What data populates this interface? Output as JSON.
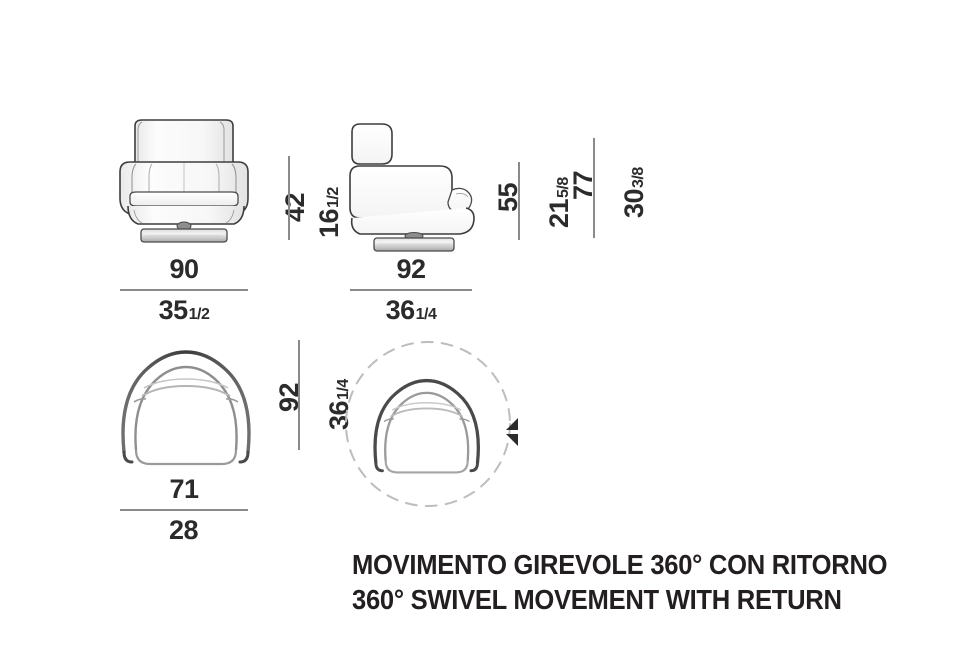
{
  "page": {
    "background_color": "#ffffff",
    "line_color": "#3a3a3a",
    "rule_color": "#8a8a8a",
    "text_color": "#231f20"
  },
  "views": {
    "front": {
      "name": "front-elevation",
      "width": {
        "metric": "90",
        "imperial_whole": "35",
        "imperial_fraction": "1/2"
      },
      "height": {
        "metric": "42",
        "imperial_whole": "16",
        "imperial_fraction": "1/2"
      }
    },
    "side": {
      "name": "side-elevation",
      "depth": {
        "metric": "92",
        "imperial_whole": "36",
        "imperial_fraction": "1/4"
      },
      "seat_height": {
        "metric": "55",
        "imperial_whole": "21",
        "imperial_fraction": "5/8"
      },
      "overall_height": {
        "metric": "77",
        "imperial_whole": "30",
        "imperial_fraction": "3/8"
      }
    },
    "plan": {
      "name": "plan-view",
      "width": {
        "metric": "71",
        "imperial_whole": "28",
        "imperial_fraction": ""
      },
      "depth": {
        "metric": "92",
        "imperial_whole": "36",
        "imperial_fraction": "1/4"
      }
    },
    "swivel": {
      "name": "swivel-diagram",
      "arrow": "double-arrow-icon"
    }
  },
  "caption": {
    "line_it": "MOVIMENTO GIREVOLE 360° CON RITORNO",
    "line_en": "360° SWIVEL MOVEMENT WITH RETURN"
  }
}
